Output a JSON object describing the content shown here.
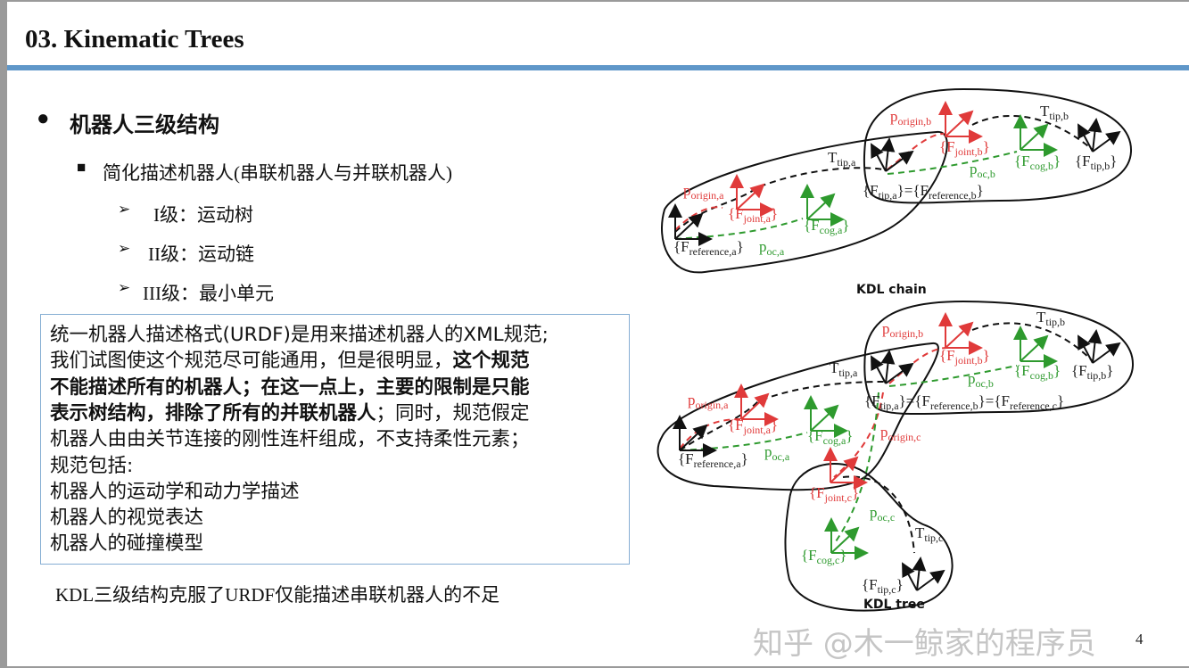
{
  "header": {
    "title": "03. Kinematic Trees"
  },
  "outline": {
    "heading": {
      "bullet_icon": "filled-circle",
      "text": "机器人三级结构"
    },
    "subheading": {
      "bullet_icon": "filled-square",
      "text": "简化描述机器人(串联机器人与并联机器人)"
    },
    "levels": [
      {
        "bullet_icon": "arrowhead",
        "text": "I级：运动树"
      },
      {
        "bullet_icon": "arrowhead",
        "text": "II级：运动链"
      },
      {
        "bullet_icon": "arrowhead",
        "text": "III级：最小单元"
      }
    ]
  },
  "note_box": {
    "lines": [
      [
        {
          "text": "统一机器人描述格式(URDF)是用来描述机器人的XML规范;",
          "bold": false
        }
      ],
      [
        {
          "text": "我们试图使这个规范尽可能通用，但是很明显，",
          "bold": false
        },
        {
          "text": "这个规范",
          "bold": true
        }
      ],
      [
        {
          "text": "不能描述所有的机器人；在这一点上，主要的限制是只能",
          "bold": true
        }
      ],
      [
        {
          "text": "表示树结构，排除了所有的并联机器人",
          "bold": true
        },
        {
          "text": "；同时，规范假定",
          "bold": false
        }
      ],
      [
        {
          "text": "机器人由由关节连接的刚性连杆组成，不支持柔性元素；",
          "bold": false
        }
      ],
      [
        {
          "text": "规范包括:",
          "bold": false
        }
      ],
      [
        {
          "text": "机器人的运动学和动力学描述",
          "bold": false
        }
      ],
      [
        {
          "text": "机器人的视觉表达",
          "bold": false
        }
      ],
      [
        {
          "text": "机器人的碰撞模型",
          "bold": false
        }
      ]
    ]
  },
  "footer_text": "KDL三级结构克服了URDF仅能描述串联机器人的不足",
  "page_number": "4",
  "watermark": "知乎 @木一鲸家的程序员",
  "colors": {
    "accent_rule": "#5f97c9",
    "joint_red": "#e03a3a",
    "cog_green": "#2e9a2e",
    "box_border": "#86aed3"
  },
  "diagrams": {
    "chain": {
      "caption": "KDL chain",
      "labels": [
        {
          "pre": "p",
          "sub": "origin,b",
          "post": "",
          "color": "red"
        },
        {
          "pre": "T",
          "sub": "tip,b",
          "post": "",
          "color": "black"
        },
        {
          "pre": "{F",
          "sub": "joint,b",
          "post": "}",
          "color": "red"
        },
        {
          "pre": "{F",
          "sub": "cog,b",
          "post": "}",
          "color": "green"
        },
        {
          "pre": "{F",
          "sub": "tip,b",
          "post": "}",
          "color": "black"
        },
        {
          "pre": "T",
          "sub": "tip,a",
          "post": "",
          "color": "black"
        },
        {
          "pre": "{F",
          "sub": "tip,a",
          "post": "}={F",
          "sub2": "reference,b",
          "post2": "}",
          "color": "black"
        },
        {
          "pre": "p",
          "sub": "oc,b",
          "post": "",
          "color": "green"
        },
        {
          "pre": "p",
          "sub": "origin,a",
          "post": "",
          "color": "red"
        },
        {
          "pre": "{F",
          "sub": "joint,a",
          "post": "}",
          "color": "red"
        },
        {
          "pre": "{F",
          "sub": "cog,a",
          "post": "}",
          "color": "green"
        },
        {
          "pre": "{F",
          "sub": "reference,a",
          "post": "}",
          "color": "black"
        },
        {
          "pre": "p",
          "sub": "oc,a",
          "post": "",
          "color": "green"
        }
      ]
    },
    "tree": {
      "caption": "KDL tree",
      "labels": [
        {
          "pre": "p",
          "sub": "origin,b",
          "post": "",
          "color": "red"
        },
        {
          "pre": "T",
          "sub": "tip,b",
          "post": "",
          "color": "black"
        },
        {
          "pre": "{F",
          "sub": "joint,b",
          "post": "}",
          "color": "red"
        },
        {
          "pre": "{F",
          "sub": "cog,b",
          "post": "}",
          "color": "green"
        },
        {
          "pre": "{F",
          "sub": "tip,b",
          "post": "}",
          "color": "black"
        },
        {
          "pre": "T",
          "sub": "tip,a",
          "post": "",
          "color": "black"
        },
        {
          "pre": "{F",
          "sub": "tip,a",
          "post": "}={F",
          "sub2": "reference,b",
          "post2": "}={F",
          "sub3": "reference,c",
          "post3": "}",
          "color": "black"
        },
        {
          "pre": "p",
          "sub": "oc,b",
          "post": "",
          "color": "green"
        },
        {
          "pre": "p",
          "sub": "origin,a",
          "post": "",
          "color": "red"
        },
        {
          "pre": "{F",
          "sub": "joint,a",
          "post": "}",
          "color": "red"
        },
        {
          "pre": "{F",
          "sub": "cog,a",
          "post": "}",
          "color": "green"
        },
        {
          "pre": "p",
          "sub": "origin,c",
          "post": "",
          "color": "red"
        },
        {
          "pre": "{F",
          "sub": "reference,a",
          "post": "}",
          "color": "black"
        },
        {
          "pre": "p",
          "sub": "oc,a",
          "post": "",
          "color": "green"
        },
        {
          "pre": "{F",
          "sub": "joint,c",
          "post": "}",
          "color": "red"
        },
        {
          "pre": "p",
          "sub": "oc,c",
          "post": "",
          "color": "green"
        },
        {
          "pre": "T",
          "sub": "tip,c",
          "post": "",
          "color": "black"
        },
        {
          "pre": "{F",
          "sub": "cog,c",
          "post": "}",
          "color": "green"
        },
        {
          "pre": "{F",
          "sub": "tip,c",
          "post": "}",
          "color": "black"
        }
      ]
    }
  }
}
